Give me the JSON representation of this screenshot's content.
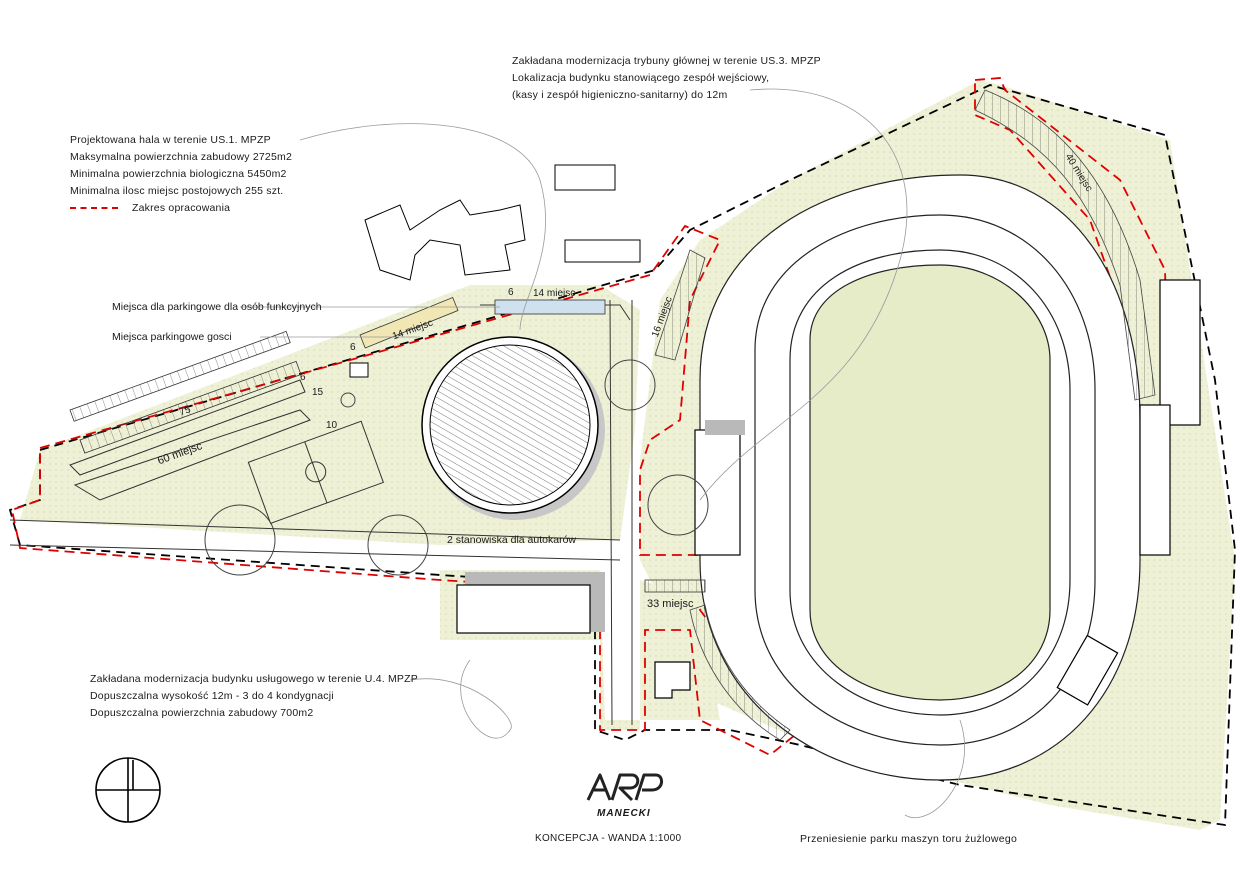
{
  "notes": {
    "hall": {
      "line1": "Projektowana hala w terenie US.1. MPZP",
      "line2": "Maksymalna powierzchnia zabudowy 2725m2",
      "line3": "Minimalna powierzchnia biologiczna 5450m2",
      "line4": "Minimalna ilosc miejsc postojowych 255 szt.",
      "legend": "Zakres opracowania"
    },
    "stand": {
      "line1": "Zakładana modernizacja trybuny głównej w terenie US.3. MPZP",
      "line2": "Lokalizacja budynku stanowiącego zespół wejściowy,",
      "line3": "(kasy i zespół higieniczno-sanitarny) do 12m"
    },
    "service": {
      "line1": "Zakładana modernizacja budynku usługowego w terenie U.4. MPZP",
      "line2": "Dopuszczalna wysokość 12m - 3 do 4 kondygnacji",
      "line3": "Dopuszczalna powierzchnia zabudowy 700m2"
    },
    "parking_functional": "Miejsca dla parkingowe dla osób funkcyjnych",
    "parking_guests": "Miejsca parkingowe gosci",
    "relocation": "Przeniesienie parku maszyn toru żużlowego"
  },
  "plan_labels": {
    "p14_top": "14 miejsc",
    "p6_top": "6",
    "p14_left": "14 miejsc",
    "p6a": "6",
    "p6b": "6",
    "p15": "15",
    "p10": "10",
    "p75": "75",
    "p60": "60 miejsc",
    "p16": "16 miejsc",
    "p40": "40 miejsc",
    "p33": "33 miejsc",
    "bus": "2 stanowiska dla autokarów"
  },
  "footer": {
    "logo_mark": "ARP",
    "logo_text": "MANECKI",
    "title": "KONCEPCJA - WANDA 1:1000"
  },
  "colors": {
    "boundary": "#e00000",
    "plot": "#000000",
    "green": "#eef1d6",
    "field": "#e7ecc8",
    "building": "#ffffff",
    "shadow": "#b9b9b9"
  }
}
